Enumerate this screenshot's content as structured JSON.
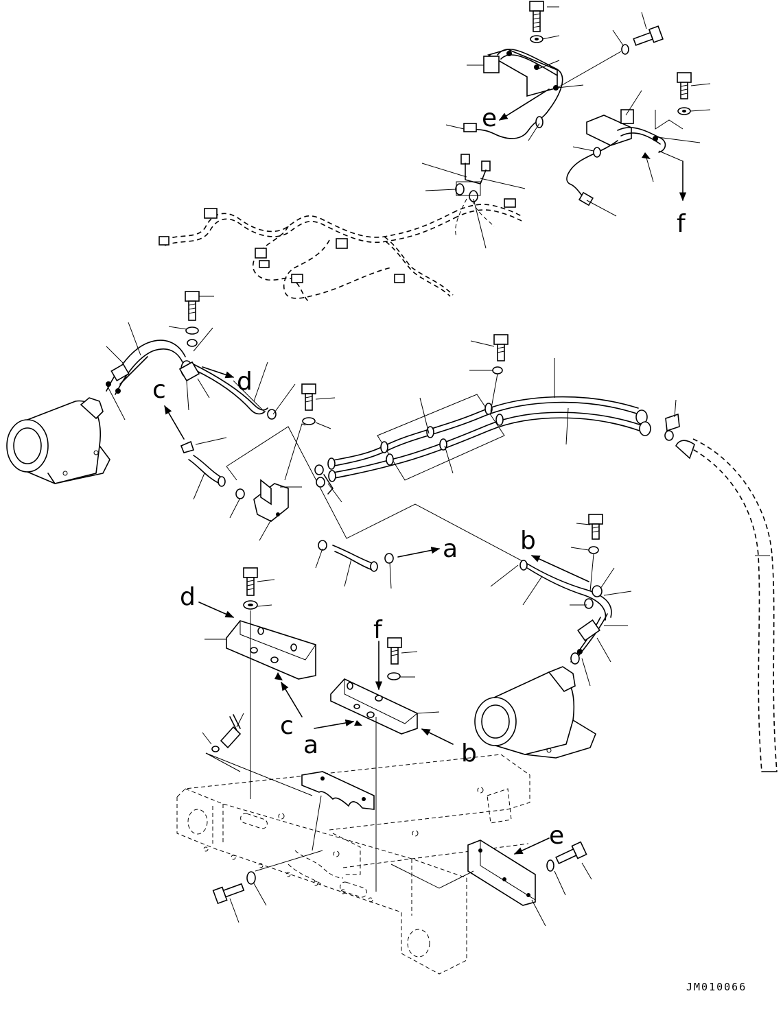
{
  "references": {
    "a": "a",
    "b": "b",
    "c": "c",
    "d": "d",
    "e": "e",
    "f": "f"
  },
  "drawing_code": "JM010066",
  "colors": {
    "line": "#000000",
    "background": "#ffffff"
  }
}
